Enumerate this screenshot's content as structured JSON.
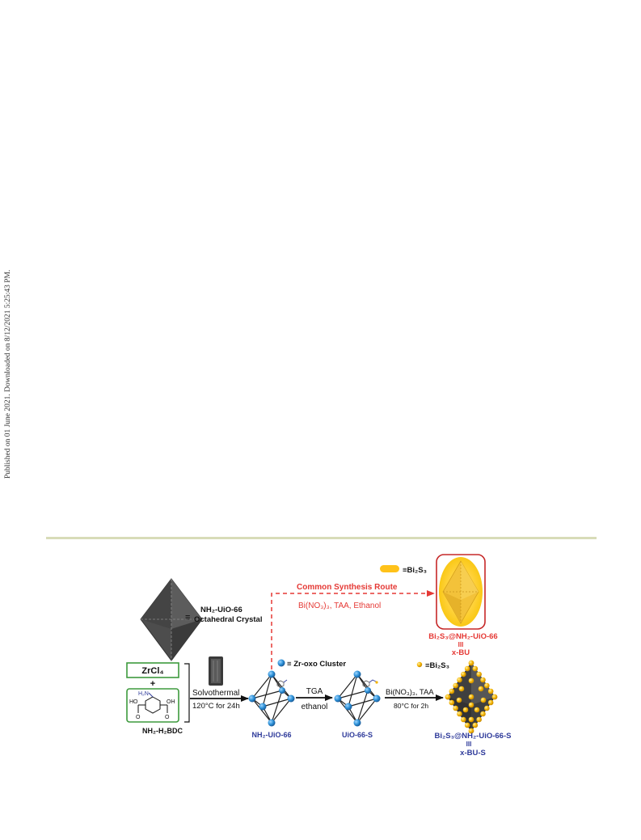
{
  "side_note": "Published on 01 June 2021. Downloaded on 8/12/2021 5:25:43 PM.",
  "legend": {
    "crystal_line1": "NH₂-UiO-66",
    "crystal_line2": "Octahedral Crystal",
    "zr_cluster": "Zr-oxo Cluster",
    "bi2s3_top": "≡Bi₂S₃",
    "bi2s3_bottom": "≡Bi₂S₃"
  },
  "reagents": {
    "zrcl4": "ZrCl₄",
    "plus": "+",
    "linker_label": "NH₂-H₂BDC",
    "nh2": "H₂N",
    "ho": "HO",
    "oh": "OH",
    "o_left": "O",
    "o_right": "O"
  },
  "steps": {
    "step1_line1": "Solvothermal",
    "step1_line2": "120°C for 24h",
    "step2_line1": "TGA",
    "step2_line2": "ethanol",
    "step3_line1": "Bi(NO₃)₃, TAA",
    "step3_line2": "80°C for 2h",
    "common_title": "Common Synthesis Route",
    "common_reagents": "Bi(NO₃)₃, TAA, Ethanol"
  },
  "products": {
    "p1": "NH₂-UiO-66",
    "p2": "UiO-66-S",
    "p3_line1": "Bi₂S₃@NH₂-UiO-66-S",
    "p3_line2": "III",
    "p3_line3": "x-BU-S",
    "p4_line1": "Bi₂S₃@NH₂-UiO-66",
    "p4_line2": "III",
    "p4_line3": "x-BU"
  },
  "colors": {
    "red": "#e53935",
    "blue": "#2e3a9a",
    "green": "#3d9a3d",
    "gold": "#f4b400",
    "node": "#2b8fd6",
    "crystal": "#4a4a4a"
  }
}
